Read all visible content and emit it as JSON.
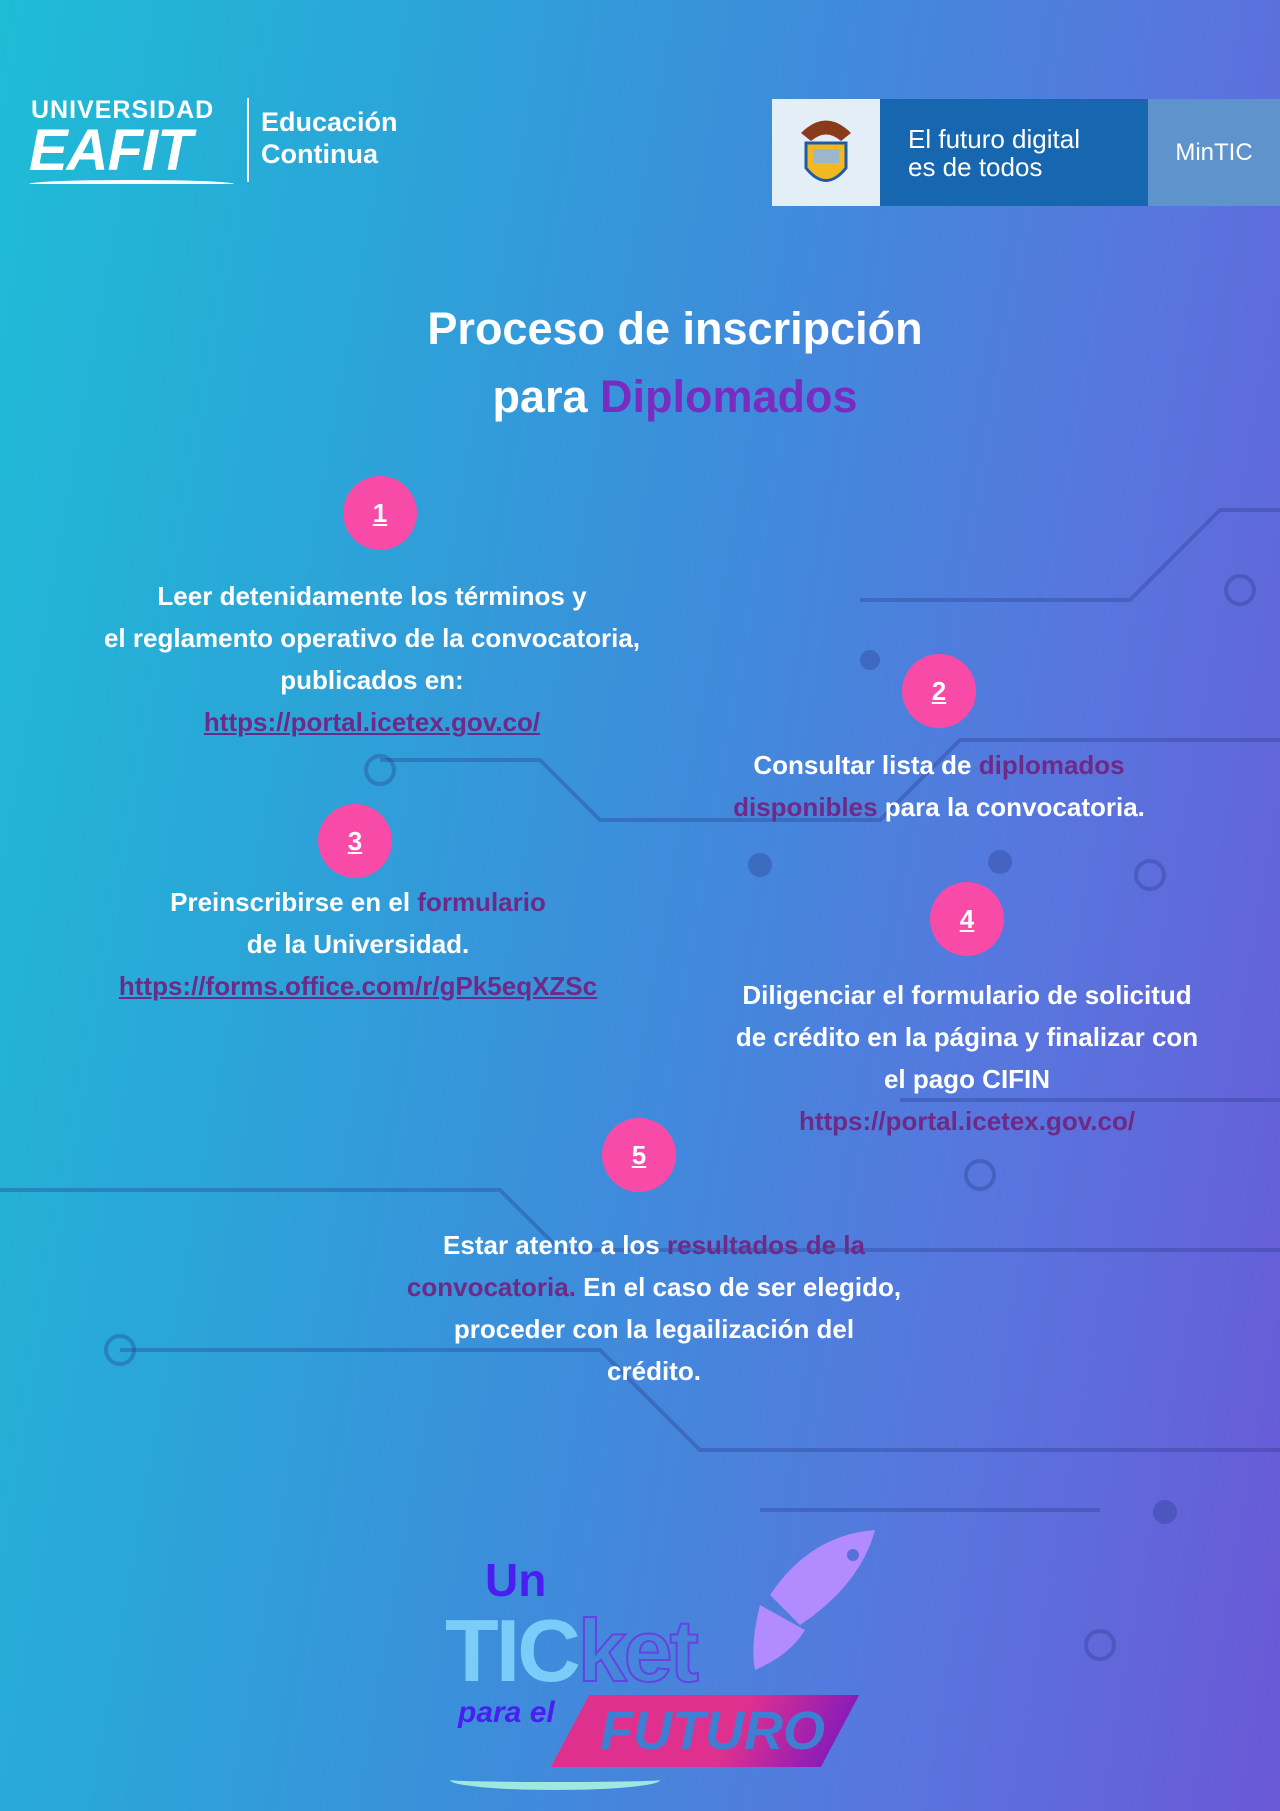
{
  "header": {
    "eafit_logo": {
      "top": "UNIVERSIDAD",
      "name": "EAFIT",
      "unit": "Educación Continua",
      "unit_line1": "Educación",
      "unit_line2": "Continua"
    },
    "mintic_banner": {
      "slogan_line1": "El futuro digital",
      "slogan_line2": "es de todos",
      "ministry": "MinTIC"
    }
  },
  "title": {
    "line1": "Proceso de inscripción",
    "line2_prefix": "para ",
    "line2_highlight": "Diplomados"
  },
  "colors": {
    "step_circle": "#f84ba8",
    "highlight": "#6e2a86",
    "title_highlight": "#7a2cc0"
  },
  "steps": [
    {
      "number": "1",
      "line1": "Leer detenidamente los términos y",
      "line2": "el reglamento operativo de la convocatoria,",
      "line3": "publicados en:",
      "link": "https://portal.icetex.gov.co/"
    },
    {
      "number": "2",
      "line1_prefix": "Consultar lista de ",
      "line1_highlight": "diplomados",
      "line2_highlight": "disponibles",
      "line2_suffix": " para la convocatoria."
    },
    {
      "number": "3",
      "line1_prefix": "Preinscribirse en el ",
      "line1_highlight": "formulario",
      "line2": "de la Universidad.",
      "link": "https://forms.office.com/r/gPk5eqXZSc"
    },
    {
      "number": "4",
      "line1": "Diligenciar el formulario de solicitud",
      "line2": "de crédito en la página y finalizar con",
      "line3": "el pago CIFIN",
      "link": "https://portal.icetex.gov.co/"
    },
    {
      "number": "5",
      "line1_prefix": "Estar atento a los ",
      "line1_highlight": "resultados de la",
      "line2_highlight": "convocatoria.",
      "line2_suffix": " En el caso de ser elegido,",
      "line3": "proceder con la legailización del",
      "line4": "crédito."
    }
  ],
  "footer_logo": {
    "un": "Un",
    "tic": "TIC",
    "ket": "ket",
    "para_el": "para el",
    "futuro": "FUTURO"
  }
}
